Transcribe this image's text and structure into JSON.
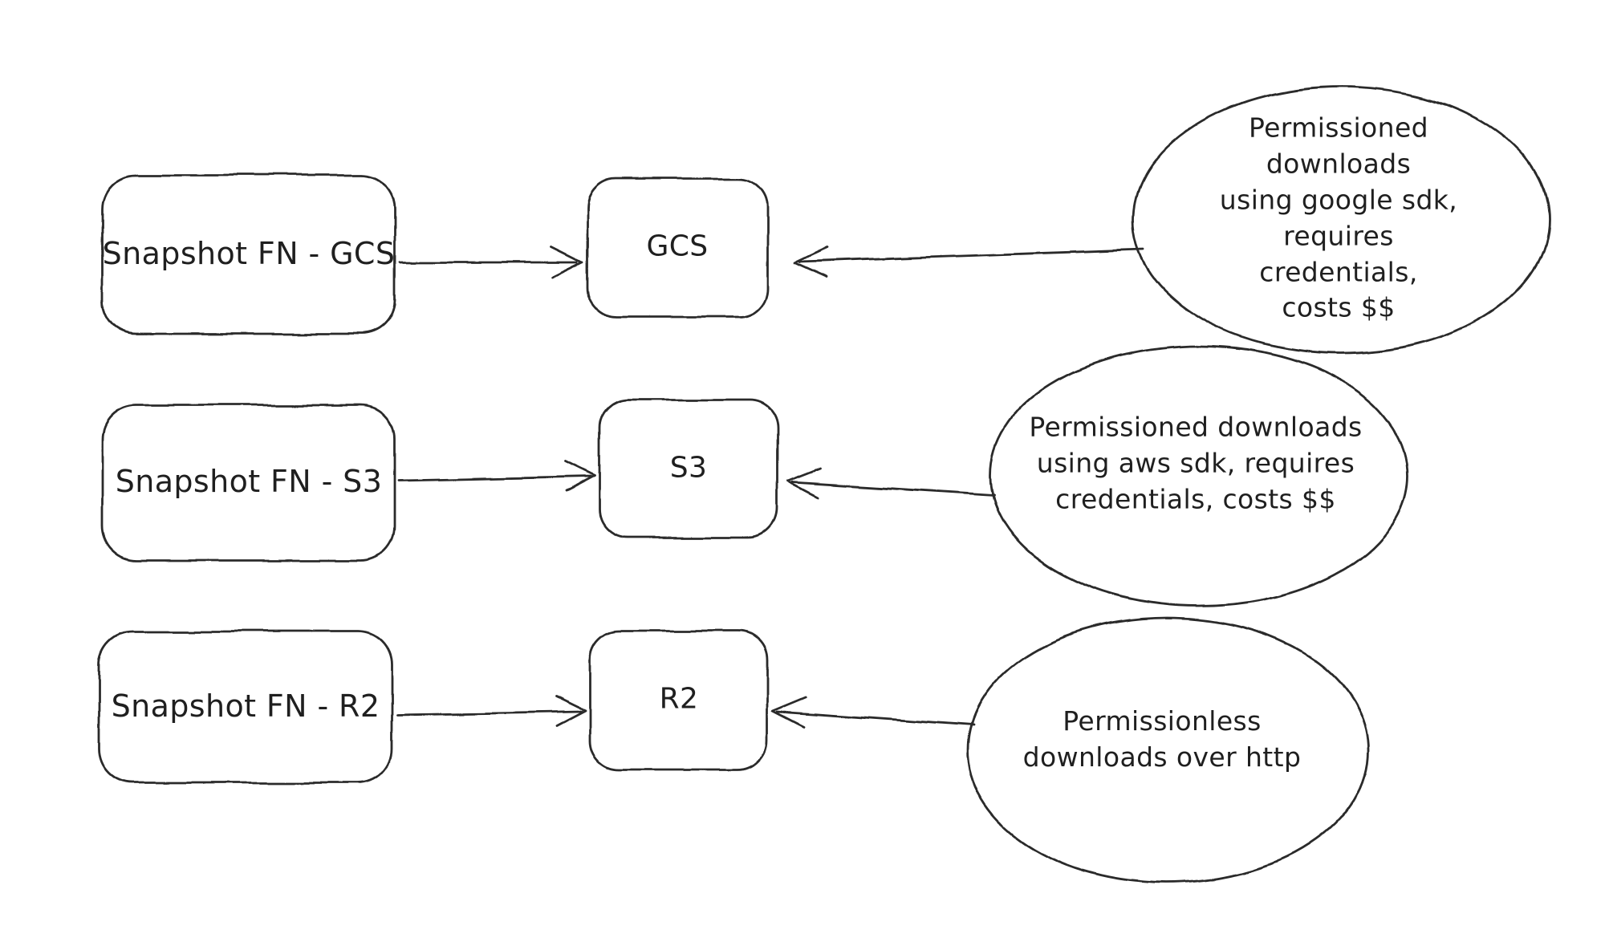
{
  "canvas": {
    "background": "#ffffff",
    "ink": "#2b2b2b"
  },
  "rows": [
    {
      "source": "Snapshot FN - GCS",
      "store": "GCS",
      "note": "Permissioned downloads\nusing google sdk,\nrequires credentials,\ncosts $$"
    },
    {
      "source": "Snapshot FN - S3",
      "store": "S3",
      "note": "Permissioned downloads\nusing aws sdk, requires\ncredentials, costs $$"
    },
    {
      "source": "Snapshot FN - R2",
      "store": "R2",
      "note": "Permissionless\ndownloads over http"
    }
  ]
}
